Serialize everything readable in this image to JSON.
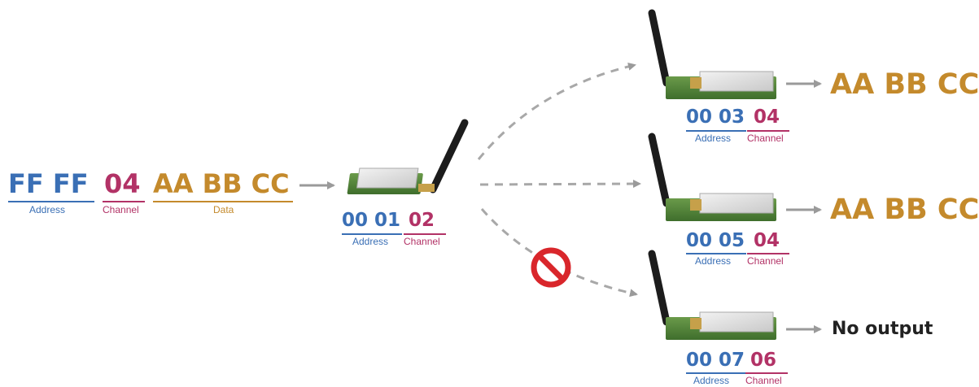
{
  "source": {
    "address": "FF FF",
    "channel": "04",
    "data": "AA BB CC",
    "address_label": "Address",
    "channel_label": "Channel",
    "data_label": "Data"
  },
  "sender": {
    "address": "00 01",
    "channel": "02",
    "address_label": "Address",
    "channel_label": "Channel"
  },
  "receivers": [
    {
      "address": "00 03",
      "channel": "04",
      "address_label": "Address",
      "channel_label": "Channel",
      "output": "AA BB CC"
    },
    {
      "address": "00 05",
      "channel": "04",
      "address_label": "Address",
      "channel_label": "Channel",
      "output": "AA BB CC"
    },
    {
      "address": "00 07",
      "channel": "06",
      "address_label": "Address",
      "channel_label": "Channel",
      "output": "No output"
    }
  ],
  "colors": {
    "address": "#3a6fb5",
    "channel": "#b23266",
    "data": "#c48a2c",
    "arrow": "#9a9a9a",
    "blocked": "#d9262b"
  }
}
